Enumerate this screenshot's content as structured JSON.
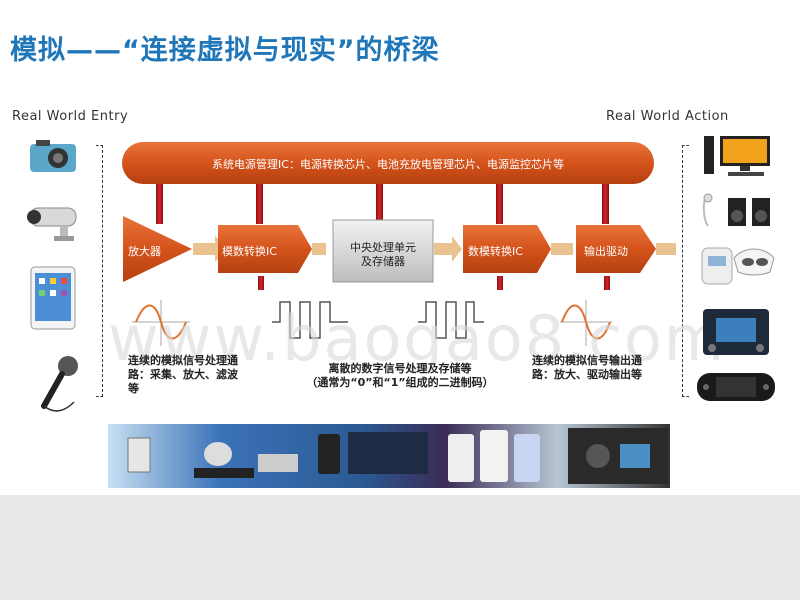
{
  "title": "模拟——“连接虚拟与现实”的桥梁",
  "left_label": "Real World Entry",
  "right_label": "Real World Action",
  "power_bar": "系统电源管理IC：电源转换芯片、电池充放电管理芯片、电源监控芯片等",
  "blocks": {
    "amp": "放大器",
    "adc": "模数转换IC",
    "cpu_line1": "中央处理单元",
    "cpu_line2": "及存储器",
    "dac": "数模转换IC",
    "driver": "输出驱动"
  },
  "notes": {
    "left_line1": "连续的模拟信号处理通",
    "left_line2": "路：采集、放大、滤波",
    "left_line3": "等",
    "center_line1": "离散的数字信号处理及存储等",
    "center_line2": "（通常为“0”和“1”组成的二进制码）",
    "right_line1": "连续的模拟信号输出通",
    "right_line2": "路：放大、驱动输出等"
  },
  "watermark": "www.baogao8.com",
  "colors": {
    "title": "#1f76b8",
    "orange": "#d95b1f",
    "connector": "#b3181b"
  },
  "icons": {
    "left": [
      "camera-icon",
      "cctv-camera-icon",
      "tablet-icon",
      "microphone-icon"
    ],
    "right": [
      "desktop-computer-icon",
      "speakers-earphones-icon",
      "massager-icon",
      "car-dashboard-icon",
      "handheld-console-icon"
    ]
  }
}
